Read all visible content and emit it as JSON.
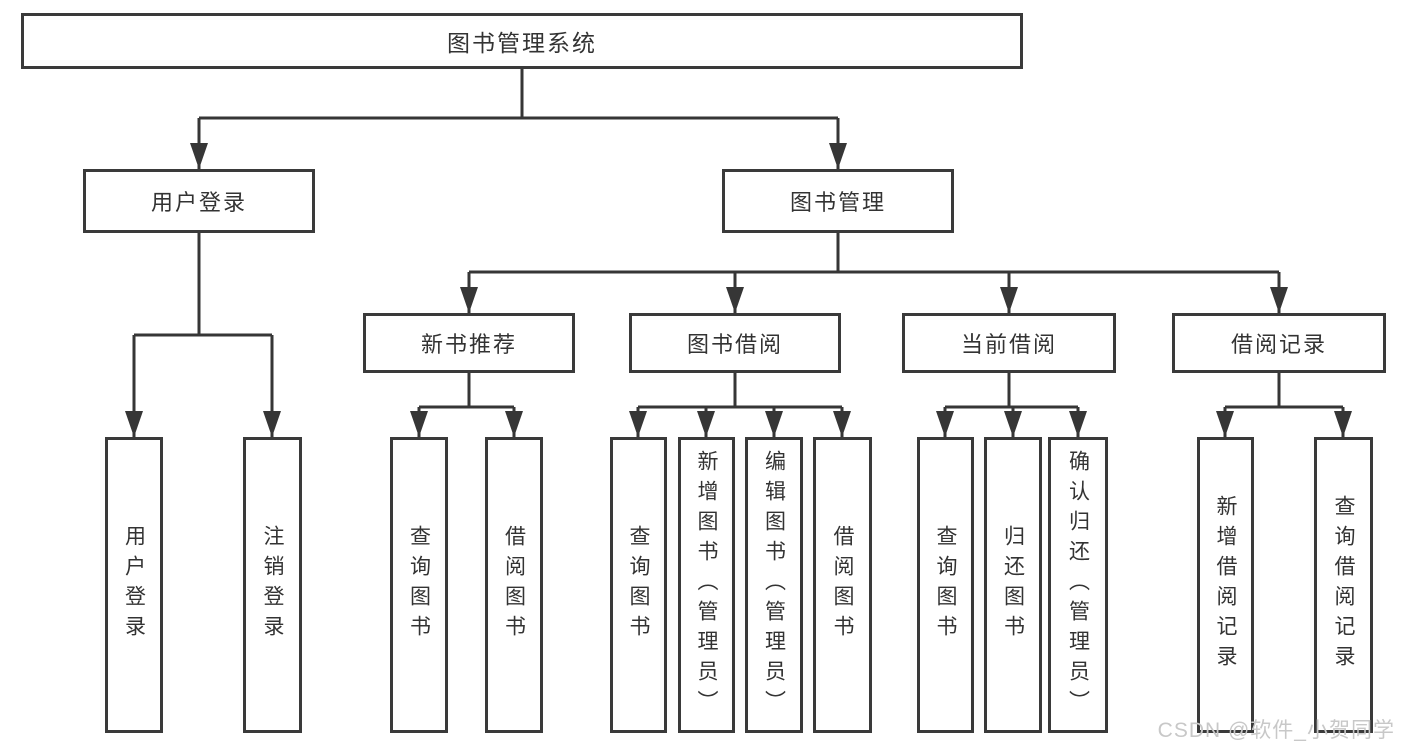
{
  "diagram": {
    "type": "hierarchy-tree",
    "colors": {
      "line": "#363636",
      "box_border": "#3a3a3a",
      "text": "#333333",
      "watermark": "#c8c8c8",
      "background": "#ffffff"
    }
  },
  "tree": {
    "root": {
      "label": "图书管理系统",
      "children": [
        {
          "label": "用户登录",
          "children": [
            {
              "label": "用户登录"
            },
            {
              "label": "注销登录"
            }
          ]
        },
        {
          "label": "图书管理",
          "children": [
            {
              "label": "新书推荐",
              "children": [
                {
                  "label": "查询图书"
                },
                {
                  "label": "借阅图书"
                }
              ]
            },
            {
              "label": "图书借阅",
              "children": [
                {
                  "label": "查询图书"
                },
                {
                  "label": "新增图书（管理员）"
                },
                {
                  "label": "编辑图书（管理员）"
                },
                {
                  "label": "借阅图书"
                }
              ]
            },
            {
              "label": "当前借阅",
              "children": [
                {
                  "label": "查询图书"
                },
                {
                  "label": "归还图书"
                },
                {
                  "label": "确认归还（管理员）"
                }
              ]
            },
            {
              "label": "借阅记录",
              "children": [
                {
                  "label": "新增借阅记录"
                },
                {
                  "label": "查询借阅记录"
                }
              ]
            }
          ]
        }
      ]
    }
  },
  "watermark": {
    "text": "CSDN @软件_小贺同学"
  }
}
